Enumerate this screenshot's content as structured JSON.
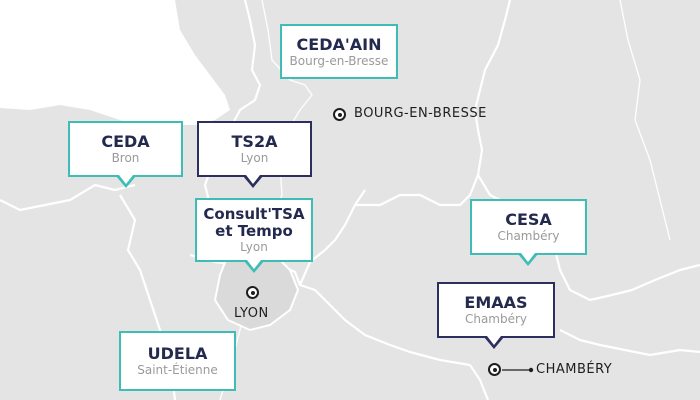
{
  "map": {
    "colors": {
      "land": "#e4e4e4",
      "region_alt": "#ececec",
      "border": "#ffffff",
      "teal": "#3dbdb6",
      "navy": "#2c2f5e",
      "text_dark": "#232a4d",
      "text_gray": "#9a9a9a"
    }
  },
  "callouts": [
    {
      "id": "ceda-ain",
      "name": "CEDA'AIN",
      "city": "Bourg-en-Bresse",
      "style": "teal"
    },
    {
      "id": "ceda",
      "name": "CEDA",
      "city": "Bron",
      "style": "teal"
    },
    {
      "id": "ts2a",
      "name": "TS2A",
      "city": "Lyon",
      "style": "navy"
    },
    {
      "id": "consult",
      "name_line1": "Consult'TSA",
      "name_line2": "et Tempo",
      "city": "Lyon",
      "style": "teal"
    },
    {
      "id": "cesa",
      "name": "CESA",
      "city": "Chambéry",
      "style": "teal"
    },
    {
      "id": "emaas",
      "name": "EMAAS",
      "city": "Chambéry",
      "style": "navy"
    },
    {
      "id": "udela",
      "name": "UDELA",
      "city": "Saint-Étienne",
      "style": "teal"
    }
  ],
  "cities": [
    {
      "id": "bourg",
      "label": "BOURG-EN-BRESSE",
      "marker_icon": "city-marker-icon"
    },
    {
      "id": "lyon",
      "label": "LYON",
      "marker_icon": "city-marker-icon"
    },
    {
      "id": "chambery",
      "label": "CHAMBÉRY",
      "marker_icon": "city-marker-icon"
    }
  ]
}
